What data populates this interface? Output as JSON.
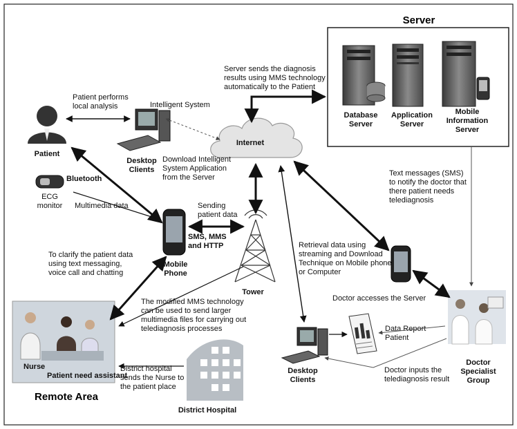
{
  "labels": {
    "server_title": "Server",
    "database_server": [
      "Database",
      "Server"
    ],
    "application_server": [
      "Application",
      "Server"
    ],
    "mobile_info_server": [
      "Mobile",
      "Information",
      "Server"
    ],
    "server_sends": [
      "Server sends the diagnosis",
      "results using MMS technology",
      "automatically to the Patient"
    ],
    "patient_performs": [
      "Patient performs",
      "local analysis"
    ],
    "intelligent_system": "Intelligent System",
    "patient": "Patient",
    "internet": "Internet",
    "desktop_clients_top": [
      "Desktop",
      "Clients"
    ],
    "download_intelligent": [
      "Download Intelligent",
      "System Application",
      "from the Server"
    ],
    "bluetooth": "Bluetooth",
    "ecg_monitor": [
      "ECG",
      "monitor"
    ],
    "multimedia_data": "Multimedia data",
    "sending_patient_data": [
      "Sending",
      "patient data"
    ],
    "sms_mms_http": [
      "SMS, MMS",
      "and HTTP"
    ],
    "text_messages": [
      "Text messages (SMS)",
      "to notify the doctor that",
      "there patient needs",
      "telediagnosis"
    ],
    "clarify": [
      "To clarify the patient data",
      "using text messaging,",
      "voice call and chatting"
    ],
    "mobile_phone": [
      "Mobile",
      "Phone"
    ],
    "tower": "Tower",
    "retrieval": [
      "Retrieval data using",
      "streaming and Download",
      "Technique on Mobile phone",
      "or Computer"
    ],
    "doctor_accesses": "Doctor accesses the Server",
    "modified_mms": [
      "The modified MMS technology",
      "can be used to send larger",
      "multimedia files for carrying out",
      "telediagnosis processes"
    ],
    "data_report": [
      "Data Report",
      "Patient"
    ],
    "nurse": "Nurse",
    "patient_need_assistant": "Patient need assistant",
    "district_sends": [
      "District hospital",
      "sends the Nurse to",
      "the patient place"
    ],
    "desktop_clients_bottom": [
      "Desktop",
      "Clients"
    ],
    "doctor_inputs": [
      "Doctor inputs the",
      "telediagnosis result"
    ],
    "doctor_specialist": [
      "Doctor",
      "Specialist",
      "Group"
    ],
    "remote_area": "Remote Area",
    "district_hospital": "District Hospital"
  },
  "colors": {
    "border": "#222222",
    "arrow": "#111111",
    "thin_arrow": "#555555",
    "cloud": "#e4e4e4",
    "server_body": "#6a6a6a",
    "server_dark": "#2e2e2e",
    "photo_bg": "#cfd6dd"
  }
}
